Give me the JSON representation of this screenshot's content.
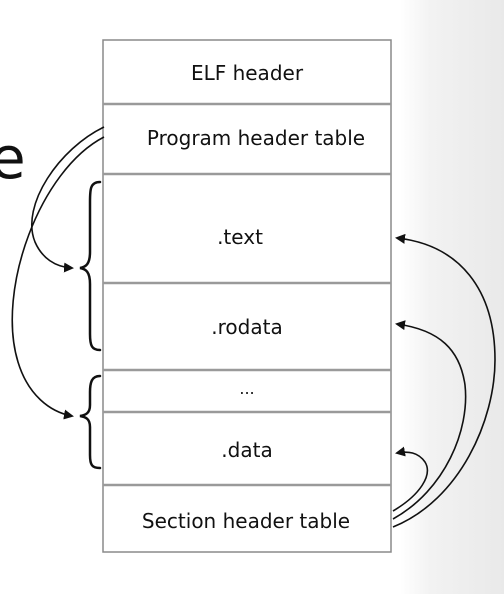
{
  "sections": [
    {
      "id": "elf-header",
      "label": "ELF header"
    },
    {
      "id": "program-header-table",
      "label": "Program header table"
    },
    {
      "id": "text",
      "label": ".text"
    },
    {
      "id": "rodata",
      "label": ".rodata"
    },
    {
      "id": "ellipsis",
      "label": "..."
    },
    {
      "id": "data",
      "label": ".data"
    },
    {
      "id": "section-header-table",
      "label": "Section header table"
    }
  ],
  "cut_off_text": "e",
  "colors": {
    "box_border": "#8a8a8a",
    "divider": "#9a9a9a",
    "text": "#111111",
    "arrow": "#111111"
  }
}
